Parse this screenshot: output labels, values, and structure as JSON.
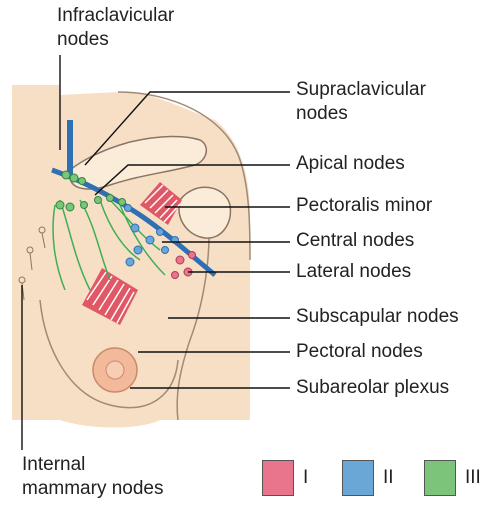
{
  "labels": {
    "infraclavicular": [
      "Infraclavicular",
      "nodes"
    ],
    "supraclavicular": [
      "Supraclavicular",
      "nodes"
    ],
    "apical": "Apical nodes",
    "pectoralis_minor": "Pectoralis minor",
    "central": "Central nodes",
    "lateral": "Lateral nodes",
    "subscapular": "Subscapular nodes",
    "pectoral": "Pectoral nodes",
    "subareolar": "Subareolar plexus",
    "internal_mammary": [
      "Internal",
      "mammary nodes"
    ]
  },
  "legend": [
    {
      "label": "I",
      "color": "#e8758c",
      "level": "I"
    },
    {
      "label": "II",
      "color": "#6aa6d6",
      "level": "II"
    },
    {
      "label": "III",
      "color": "#7cc47a",
      "level": "III"
    }
  ],
  "colors": {
    "skin": "#f7dfc6",
    "skin_outline": "#a08a76",
    "muscle": "#e05766",
    "lymph_green": "#3fae54",
    "lymph_blue": "#3b8ed0",
    "vessel": "#2f6fb3"
  }
}
